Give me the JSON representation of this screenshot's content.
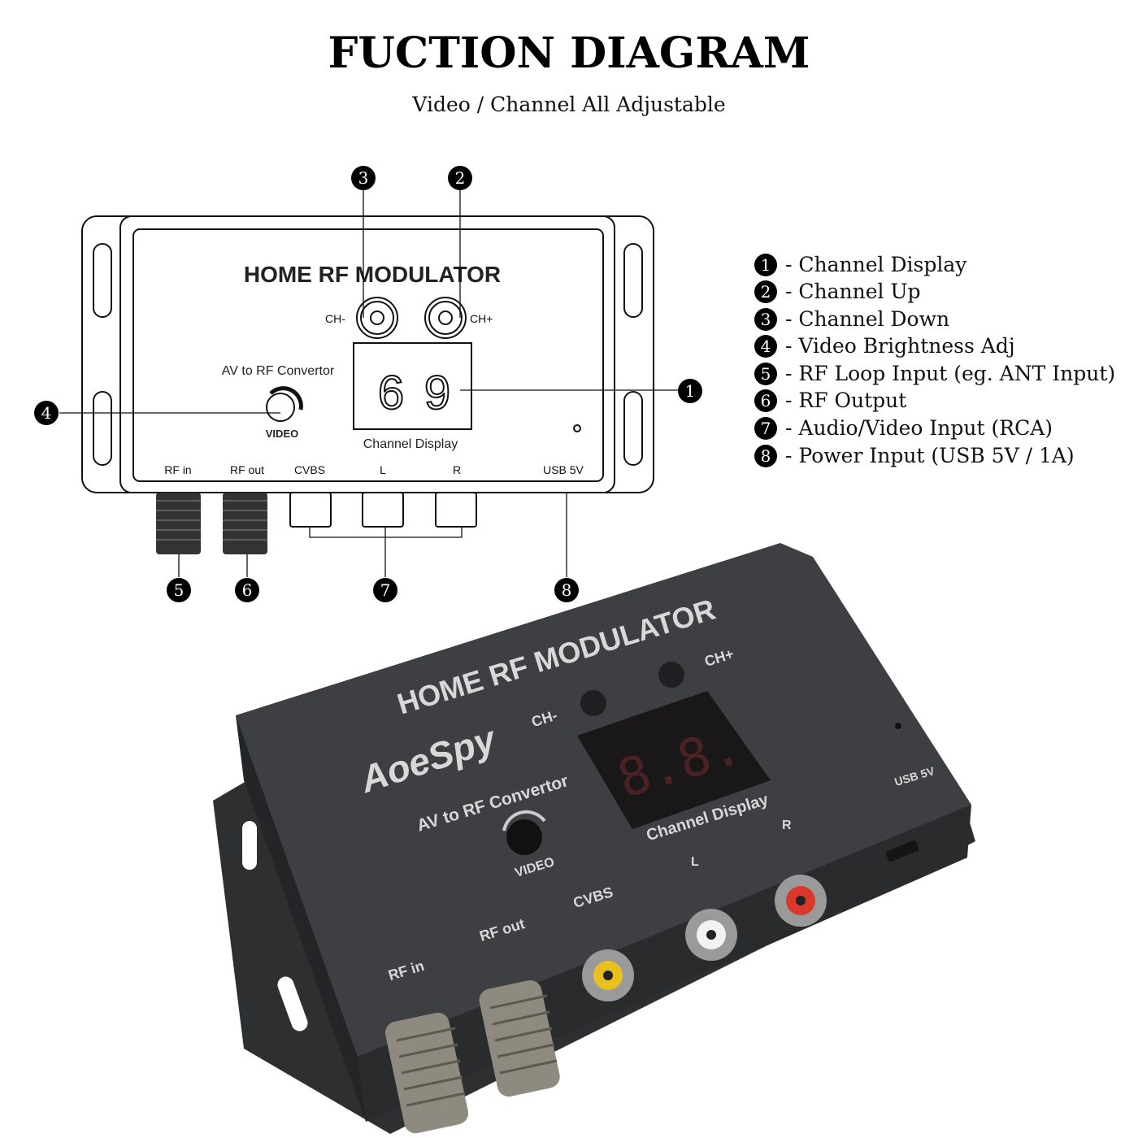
{
  "header": {
    "title": "FUCTION DIAGRAM",
    "subtitle": "Video / Channel All Adjustable"
  },
  "diagram": {
    "device_title": "HOME RF MODULATOR",
    "ch_minus": "CH-",
    "ch_plus": "CH+",
    "av_label": "AV to RF Convertor",
    "video_label": "VIDEO",
    "display_digits": [
      "6",
      "9"
    ],
    "display_label": "Channel Display",
    "ports": [
      "RF in",
      "RF out",
      "CVBS",
      "L",
      "R",
      "USB 5V"
    ],
    "callouts": [
      "1",
      "2",
      "3",
      "4",
      "5",
      "6",
      "7",
      "8"
    ]
  },
  "legend": [
    {
      "num": "1",
      "label": "- Channel Display"
    },
    {
      "num": "2",
      "label": "- Channel Up"
    },
    {
      "num": "3",
      "label": "- Channel Down"
    },
    {
      "num": "4",
      "label": "- Video Brightness Adj"
    },
    {
      "num": "5",
      "label": "- RF Loop Input (eg. ANT Input)"
    },
    {
      "num": "6",
      "label": "- RF Output"
    },
    {
      "num": "7",
      "label": "- Audio/Video Input (RCA)"
    },
    {
      "num": "8",
      "label": "- Power Input (USB 5V / 1A)"
    }
  ],
  "photo": {
    "device_title": "HOME RF MODULATOR",
    "brand": "AoeSpy",
    "av_label": "AV to RF Convertor",
    "video_label": "VIDEO",
    "ch_minus": "CH-",
    "ch_plus": "CH+",
    "display_digits": "8.8.",
    "display_label": "Channel Display",
    "usb_label": "USB 5V",
    "l_label": "L",
    "r_label": "R",
    "cvbs_label": "CVBS",
    "rf_out_label": "RF out",
    "rf_in_label": "RF in",
    "colors": {
      "body": "#3a3b3d",
      "rca_yellow": "#e8c020",
      "rca_white": "#f2f2f2",
      "rca_red": "#d8392b"
    }
  }
}
